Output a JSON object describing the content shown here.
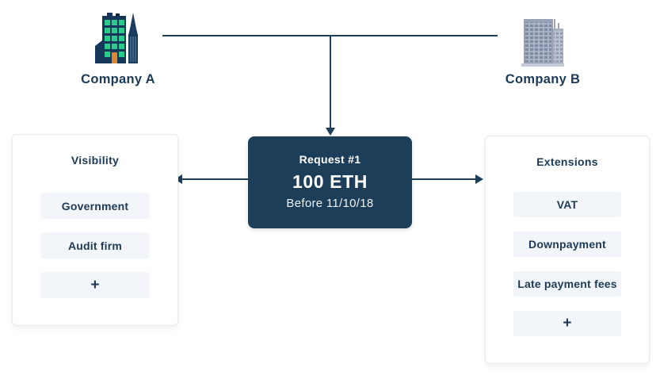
{
  "companies": {
    "a": {
      "label": "Company A",
      "icon": "office-building-green-windows-icon"
    },
    "b": {
      "label": "Company B",
      "icon": "gray-skyscraper-icon"
    }
  },
  "request": {
    "title": "Request #1",
    "amount": "100 ETH",
    "deadline": "Before 11/10/18"
  },
  "visibility": {
    "title": "Visibility",
    "items": [
      "Government",
      "Audit firm"
    ],
    "add_label": "+"
  },
  "extensions": {
    "title": "Extensions",
    "items": [
      "VAT",
      "Downpayment",
      "Late payment fees"
    ],
    "add_label": "+"
  },
  "colors": {
    "navy": "#1d3e59",
    "text_navy": "#1b3a57",
    "chip_background": "#f2f5f9",
    "panel_border": "#e9ebef",
    "window_green": "#2bcb8e",
    "door_orange": "#e1862c",
    "building_gray": "#aab2c5"
  }
}
